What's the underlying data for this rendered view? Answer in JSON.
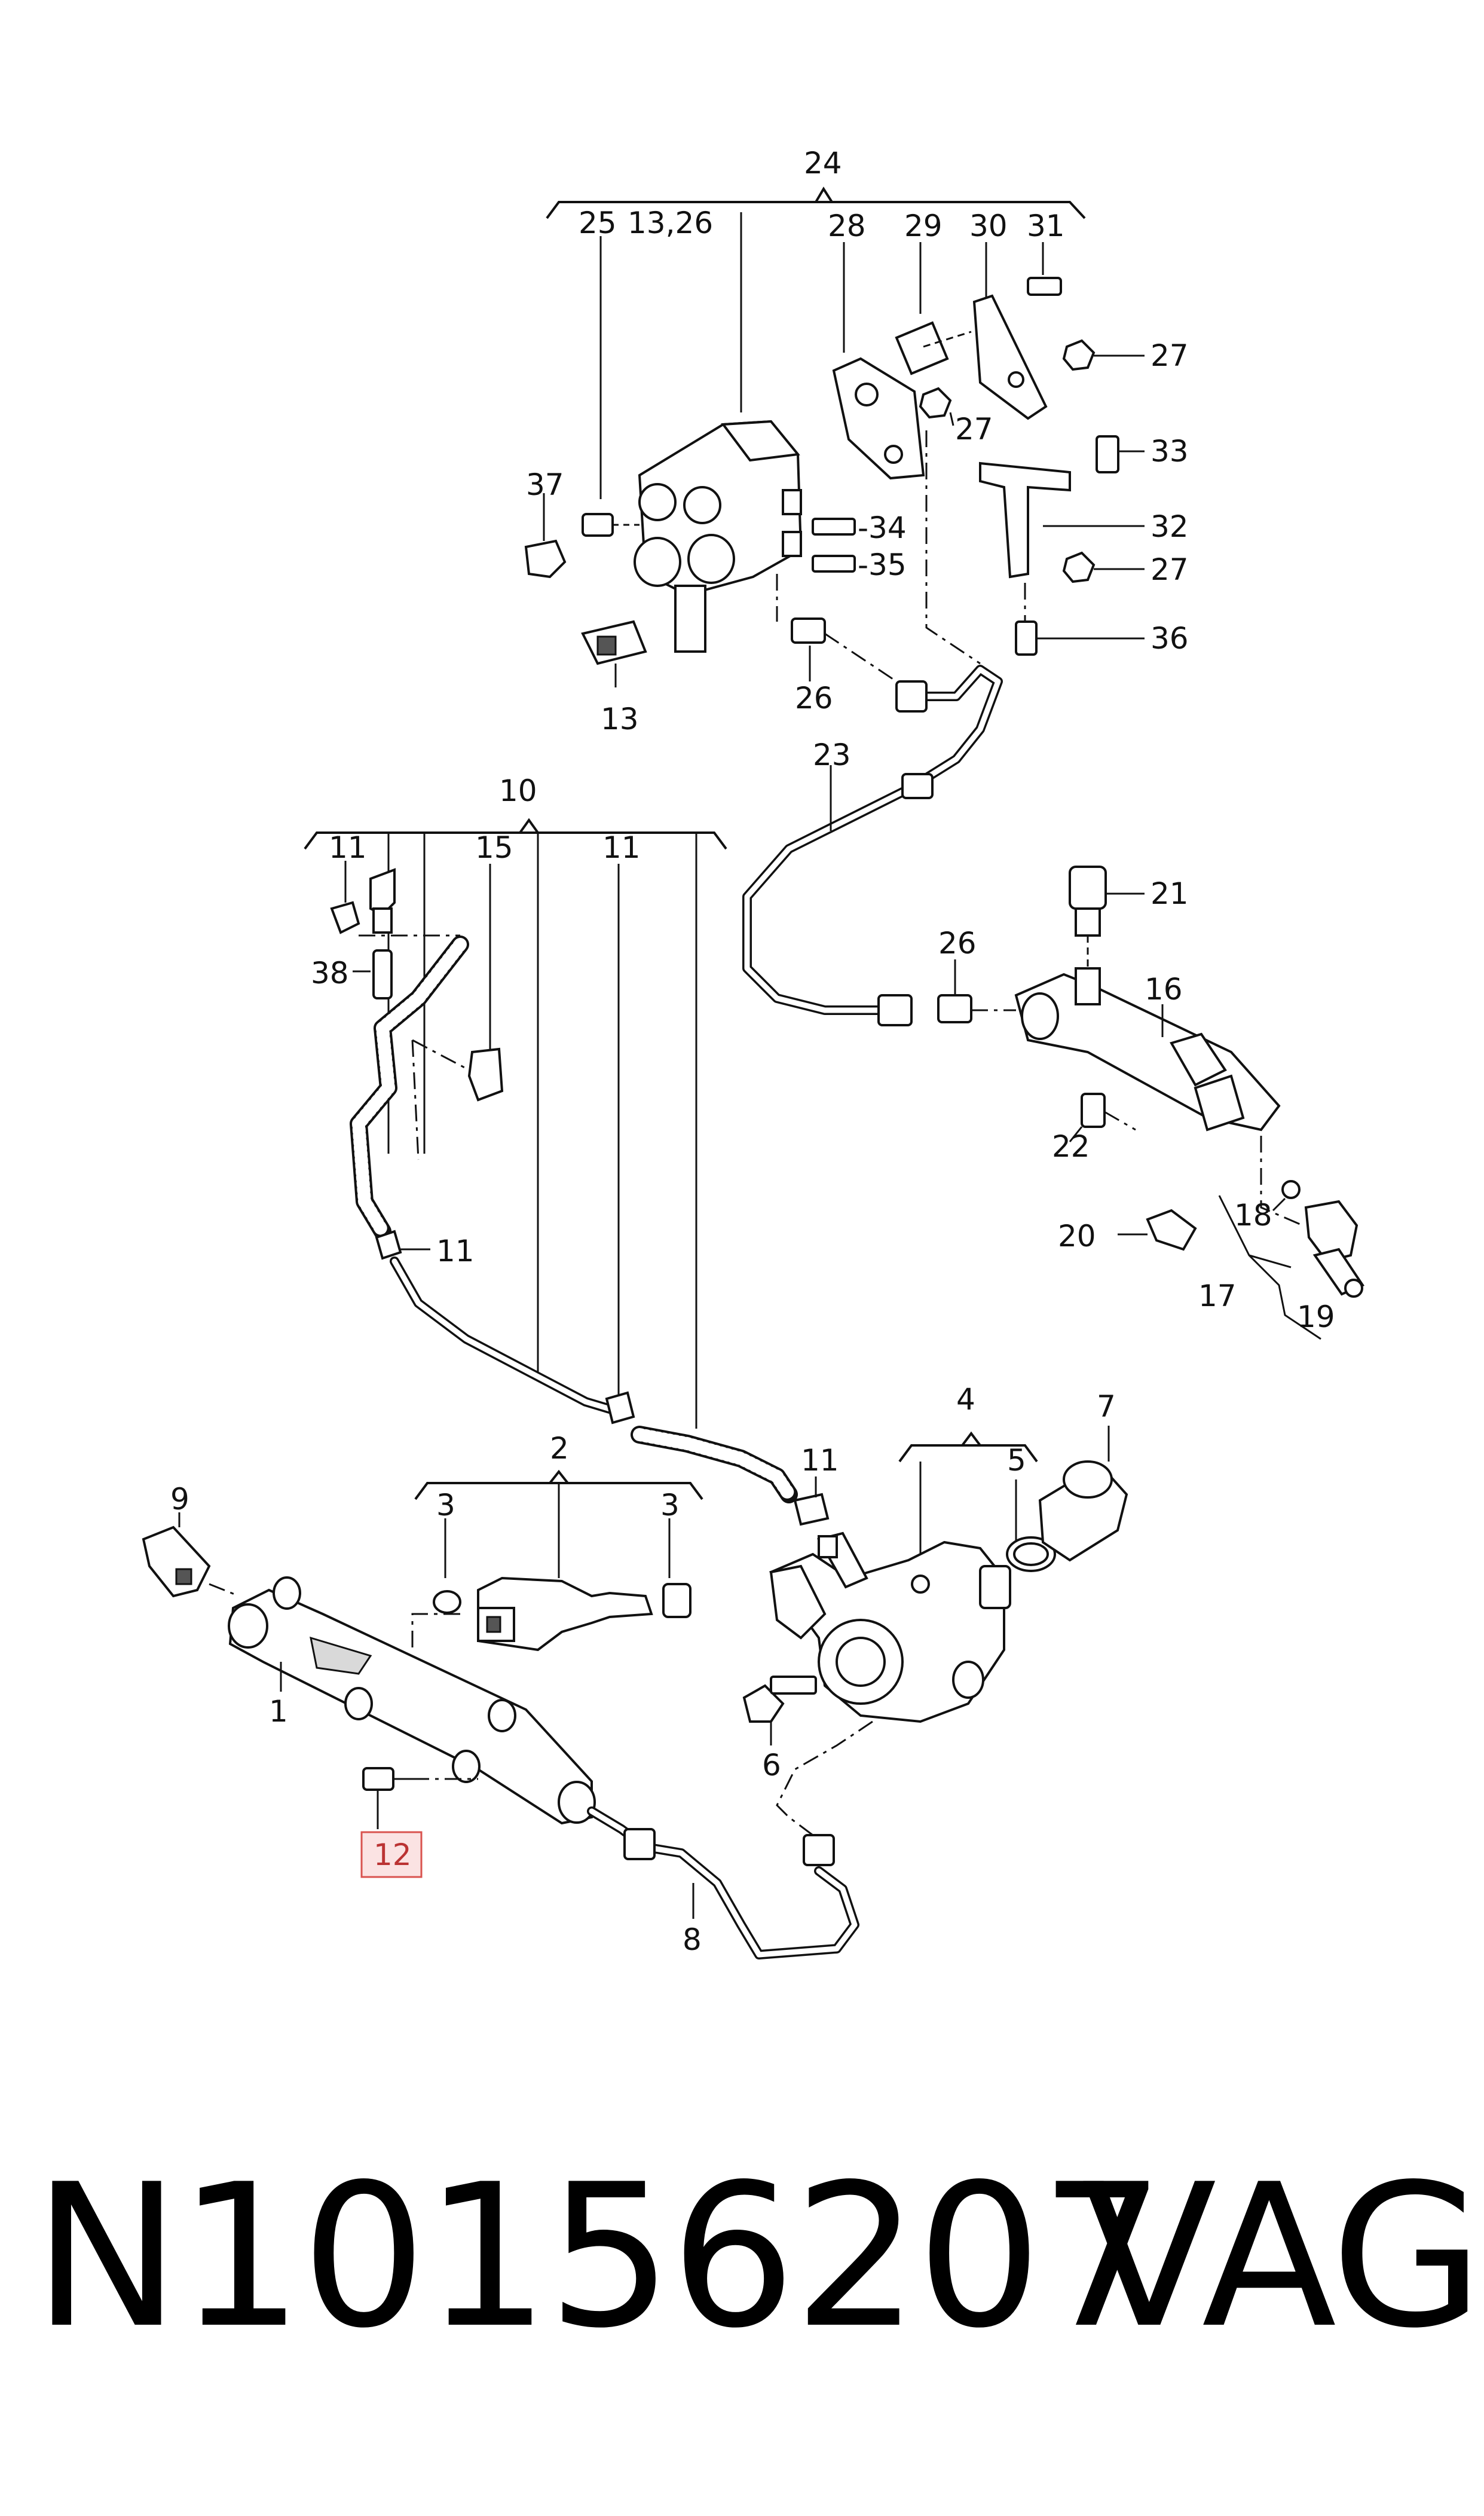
{
  "diagram": {
    "labels": {
      "l1": "1",
      "l2": "2",
      "l3a": "3",
      "l3b": "3",
      "l4": "4",
      "l5": "5",
      "l6": "6",
      "l7": "7",
      "l8": "8",
      "l9": "9",
      "l10": "10",
      "l11a": "11",
      "l11b": "11",
      "l11c": "11",
      "l11d": "11",
      "l12": "12",
      "l13": "13",
      "l1326": "13,26",
      "l15": "15",
      "l16": "16",
      "l17": "17",
      "l18": "18",
      "l19": "19",
      "l20": "20",
      "l21": "21",
      "l22": "22",
      "l23": "23",
      "l24": "24",
      "l25": "25",
      "l26a": "26",
      "l26b": "26",
      "l27a": "27",
      "l27b": "27",
      "l27c": "27",
      "l28": "28",
      "l29": "29",
      "l30": "30",
      "l31": "31",
      "l32": "32",
      "l33": "33",
      "l34": "-34",
      "l35": "-35",
      "l36": "36",
      "l37": "37",
      "l38": "38"
    },
    "highlight": {
      "label": "12",
      "color": "#d9534f",
      "fill": "#fbe3e3"
    }
  },
  "footer": {
    "part_number": "N10156207",
    "brand": "VAG"
  }
}
